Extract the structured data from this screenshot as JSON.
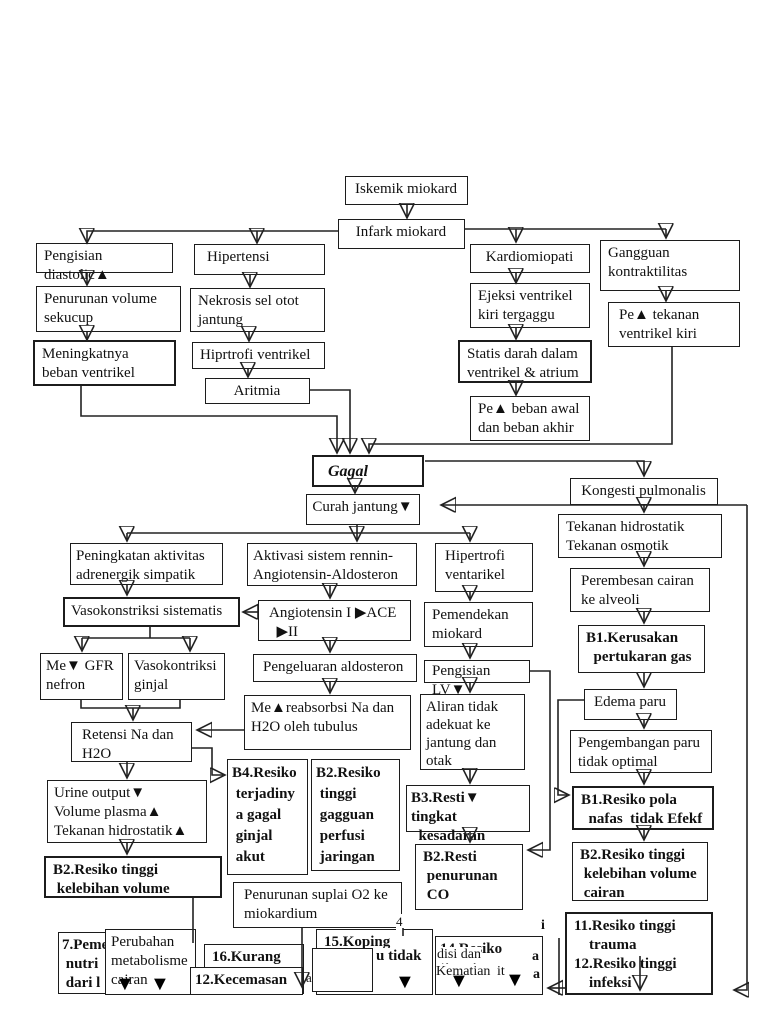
{
  "nodes": {
    "iskemik": "Iskemik miokard",
    "infark": "Infark miokard",
    "pengisian_diastolic": "Pengisian diastolic▲",
    "hipertensi": "Hipertensi",
    "kardiomiopati": "Kardiomiopati",
    "gangguan_kontraktilitas": "Gangguan\nkontraktilitas",
    "penurunan_volume": "Penurunan volume\nsekucup",
    "meningkatnya_beban": "Meningkatnya\nbeban ventrikel",
    "nekrosis": "Nekrosis sel otot\njantung",
    "hiprtrofi_ventrikel": "Hiprtrofi ventrikel",
    "aritmia": "Aritmia",
    "ejeksi": "Ejeksi ventrikel\nkiri tergaggu",
    "statis_darah": "Statis darah dalam\nventrikel & atrium",
    "pe_beban": "Pe▲ beban awal\ndan beban akhir",
    "pe_tekanan": "Pe▲ tekanan\nventrikel kiri",
    "gagal": "Gagal",
    "curah_jantung": "Curah jantung▼",
    "kongesti": "Kongesti pulmonalis",
    "tekanan_hidrostatik": "Tekanan hidrostatik\nTekanan osmotik",
    "perembesan": "Perembesan cairan\nke alveoli",
    "b1_kerusakan": "B1.Kerusakan\n  pertukaran gas",
    "edema_paru": "Edema paru",
    "pengembangan_paru": "Pengembangan paru\ntidak optimal",
    "b1_resiko_pola": "B1.Resiko pola\n  nafas  tidak Efekf",
    "b2_resiko_cairan": "B2.Resiko tinggi\n kelebihan volume\n cairan",
    "resiko_trauma_infeksi": "11.Resiko tinggi\n    trauma\n12.Resiko tinggi\n    infeksi",
    "peningkatan_aktivitas": "Peningkatan aktivitas\nadrenergik simpatik",
    "vasokonstriksi_sistematis": "Vasokonstriksi sistematis",
    "me_gfr": "Me▼ GFR\nnefron",
    "vasokontriksi_ginjal": "Vasokontriksi\nginjal",
    "retensi": "Retensi Na dan\nH2O",
    "urine_output": "Urine output▼\nVolume plasma▲\nTekanan hidrostatik▲",
    "b2_resiko_volume": "B2.Resiko tinggi\n kelebihan volume",
    "aktivasi_rennin": "Aktivasi sistem rennin-\nAngiotensin-Aldosteron",
    "angiotensin": "Angiotensin I ▶ACE\n  ▶II",
    "pengeluaran_aldosteron": "Pengeluaran aldosteron",
    "me_reabsorbsi": "Me▲reabsorbsi Na dan\nH2O oleh tubulus",
    "b4_resiko_ginjal": "B4.Resiko\n terjadiny\n a gagal\n ginjal\n akut",
    "b2_gagguan_perfusi": "B2.Resiko\n tinggi\n gagguan\n perfusi\n jaringan",
    "penurunan_suplai": "Penurunan suplai O2 ke\nmiokardium",
    "hipertrofi_ventarikel": "Hipertrofi\nventarikel",
    "pemendekan_miokard": "Pemendekan\nmiokard",
    "pengisian_lv": "Pengisian LV▼",
    "aliran_tidak_adekuat": "Aliran tidak\nadekuat ke\njantung dan\notak",
    "b3_resti": "B3.Resti▼ tingkat\n  kesadaran",
    "b2_resti_co": "B2.Resti\n penurunan\n CO",
    "pemenuhan_nutrisi": "7.Peme\n nutri\n dari l",
    "perubahan_metabolisme": "Perubahan\nmetabolisme\ncairan",
    "kurang": "16.Kurang",
    "kecemasan": "12.Kecemasan",
    "koping": "15.Koping",
    "resiko_14": "14.Resiko tinggi"
  },
  "frags": {
    "page4": "4",
    "u_tidak": "u tidak",
    "disi_dan": "disi dan",
    "kematian": "Kematian",
    "it": "it",
    "a1": "a",
    "a2": "a",
    "i1": "i",
    "a3": "a",
    "tri": "▼"
  },
  "colors": {
    "ink": "#111111",
    "paper": "#ffffff"
  }
}
